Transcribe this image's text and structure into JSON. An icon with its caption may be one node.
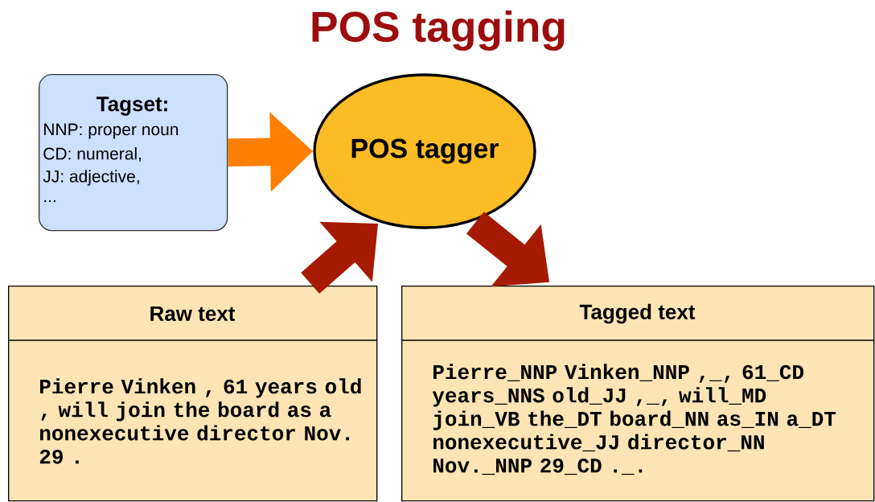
{
  "diagram": {
    "title": "POS tagging",
    "nodes": [
      {
        "text": [
          "Tagset:",
          "NNP: proper noun",
          "CD: numeral,",
          "JJ: adjective,",
          "..."
        ]
      },
      {
        "text": [
          "POS tagger"
        ]
      },
      {
        "text": [
          "Raw text",
          "Pierre Vinken , 61 years old , will join the board as a nonexecutive director Nov. 29 ."
        ]
      },
      {
        "text": [
          "Tagged text",
          "Pierre_NNP Vinken_NNP ,_, 61_CD years_NNS old_JJ ,_, will_MD join_VB the_DT board_NN as_IN a_DT nonexecutive_JJ director_NN Nov._NNP 29_CD ._."
        ]
      }
    ],
    "edges": [
      {
        "from": 0,
        "to": 1,
        "arrow": "to",
        "color": "#ff7f00"
      },
      {
        "from": 2,
        "to": 1,
        "arrow": "to"
      },
      {
        "from": 1,
        "to": 3,
        "arrow": "to"
      }
    ]
  }
}
